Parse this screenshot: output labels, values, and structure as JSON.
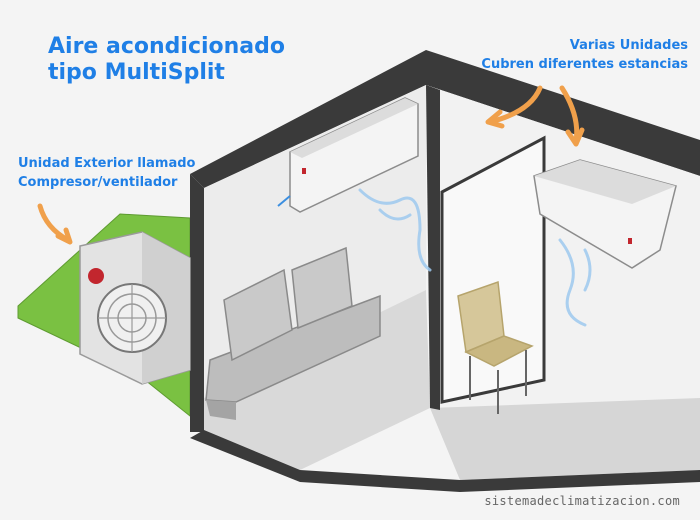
{
  "title": {
    "line1": "Aire acondicionado",
    "line2": "tipo MultiSplit"
  },
  "outdoor_unit_label": {
    "line1": "Unidad Exterior llamado",
    "line2": "Compresor/ventilador"
  },
  "indoor_units_label": {
    "line1": "Varias Unidades",
    "line2": "Cubren diferentes estancias"
  },
  "footer": "sistemadeclimatizacion.com",
  "colors": {
    "accent_text": "#1f7fe6",
    "arrow": "#f0a04b",
    "grass": "#7ac142",
    "wall_edge": "#3a3a3a",
    "room_floor": "#f7f7f7",
    "sofa": "#bdbdbd",
    "chair": "#d6c79a",
    "airflow": "#9ec9ef"
  }
}
